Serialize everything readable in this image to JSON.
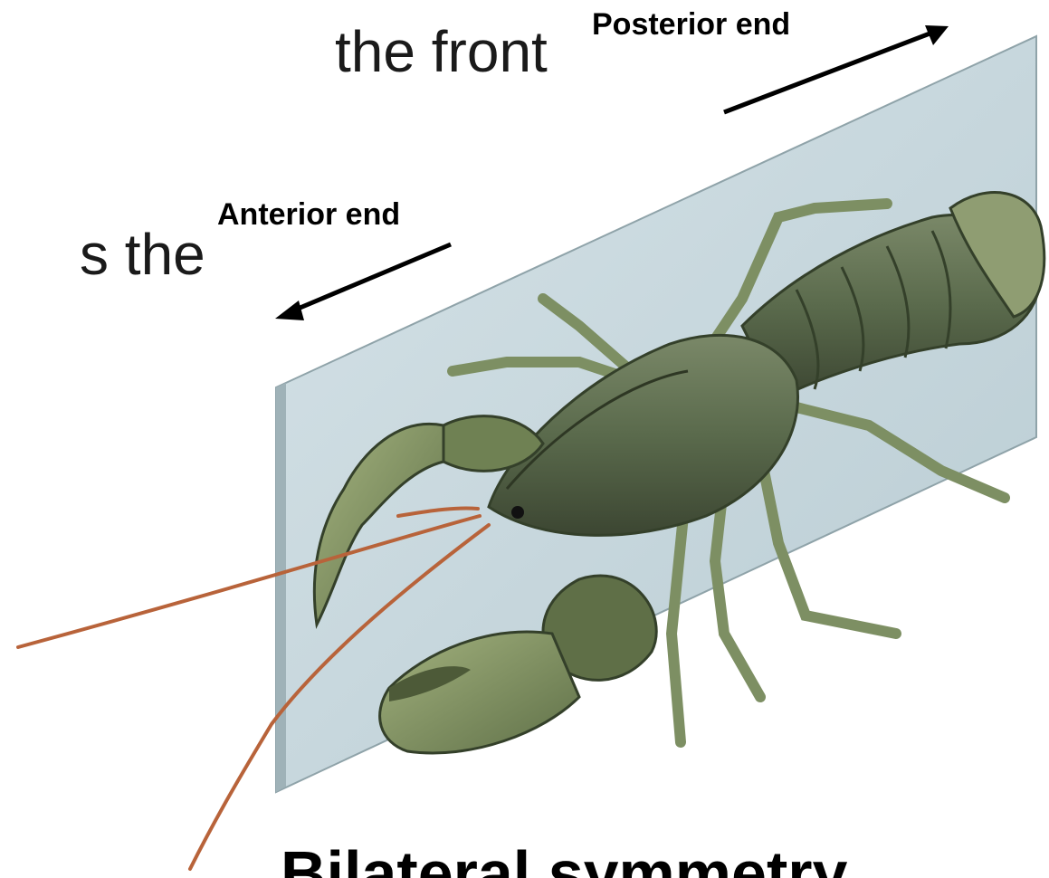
{
  "slide": {
    "line1": "the front",
    "line2": "s the"
  },
  "labels": {
    "posterior": "Posterior end",
    "anterior": "Anterior end"
  },
  "caption": "Bilateral symmetry",
  "colors": {
    "plane": "#c9d9df",
    "plane_edge": "#8fa3a9",
    "body": "#5d6b4e",
    "body_dark": "#3d4733",
    "legs": "#7d8f63",
    "claw": "#8a9a66",
    "antenna": "#b8633a"
  },
  "icons": {
    "arrow": "arrow-icon"
  }
}
